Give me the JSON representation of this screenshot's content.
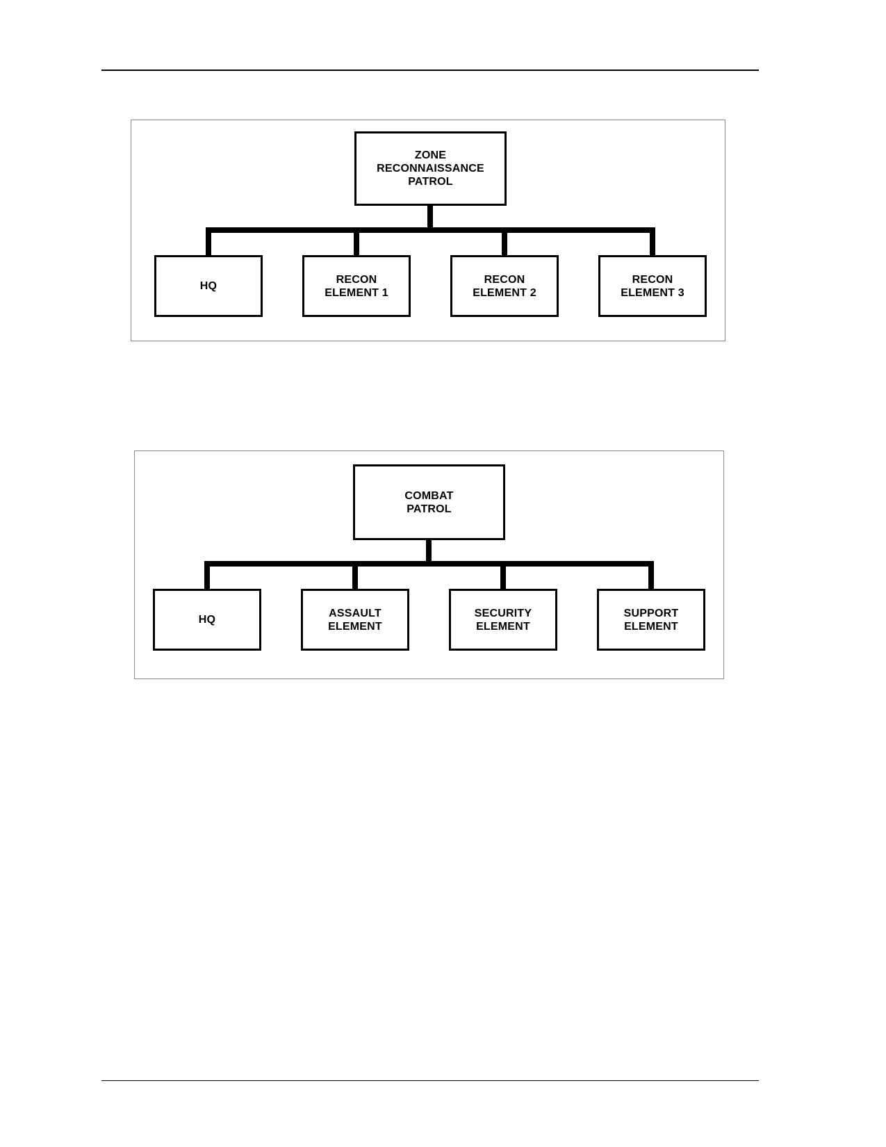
{
  "charts": [
    {
      "root": "ZONE\nRECONNAISSANCE\nPATROL",
      "children": [
        "HQ",
        "RECON\nELEMENT 1",
        "RECON\nELEMENT 2",
        "RECON\nELEMENT 3"
      ]
    },
    {
      "root": "COMBAT\nPATROL",
      "children": [
        "HQ",
        "ASSAULT\nELEMENT",
        "SECURITY\nELEMENT",
        "SUPPORT\nELEMENT"
      ]
    }
  ]
}
